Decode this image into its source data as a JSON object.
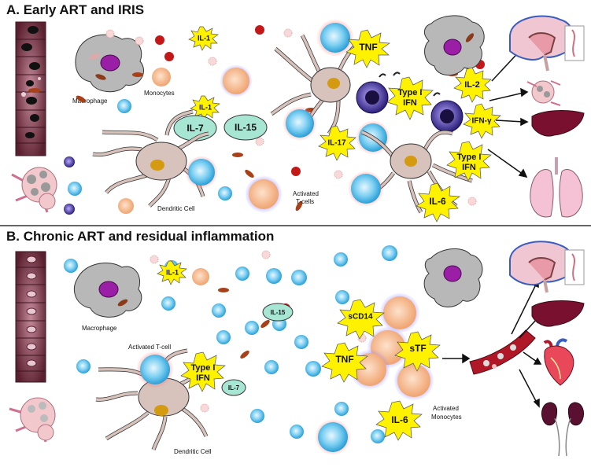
{
  "panel_a": {
    "title": "A. Early ART and IRIS",
    "labels": {
      "macrophage": "Macrophage",
      "monocytes": "Monocytes",
      "dendritic": "Dendritic Cell",
      "activated_t_line1": "Activated",
      "activated_t_line2": "T-cells"
    },
    "cytokines": {
      "il1_top": "IL-1",
      "il1_mid": "IL-1",
      "il7": "IL-7",
      "il15": "IL-15",
      "tnf": "TNF",
      "il17": "IL-17",
      "type1_l1": "Type I",
      "type1_l2": "IFN",
      "il2": "IL-2",
      "ifng": "IFN-γ",
      "type1b_l1": "Type I",
      "type1b_l2": "IFN",
      "il6": "IL-6"
    }
  },
  "panel_b": {
    "title": "B. Chronic ART and residual inflammation",
    "labels": {
      "macrophage": "Macrophage",
      "activated_t": "Activated T-cell",
      "dendritic": "Dendritic Cell",
      "activated_mono_l1": "Activated",
      "activated_mono_l2": "Monocytes"
    },
    "cytokines": {
      "il1": "IL-1",
      "il15": "IL-15",
      "il7": "IL-7",
      "type1_l1": "Type I",
      "type1_l2": "IFN",
      "scd14": "sCD14",
      "tnf": "TNF",
      "stf": "sTF",
      "il6": "IL-6"
    }
  },
  "colors": {
    "burst_fill": "#fff200",
    "oval_fill": "#a8e6d4",
    "tcell": "#5bc0eb",
    "monocyte": "#f6b888",
    "dendritic": "#d8c2bc",
    "macrophage": "#b8b8b8",
    "nucleus_purple": "#9b1fa6",
    "virus": "#4a3a9a",
    "liver": "#7a1030",
    "lung": "#f4c2d4"
  },
  "icons": [
    "gut-epithelium-icon",
    "lymph-node-icon",
    "brain-icon",
    "spine-icon",
    "liver-icon",
    "lung-icon",
    "heart-icon",
    "kidney-icon",
    "blood-vessel-icon"
  ]
}
